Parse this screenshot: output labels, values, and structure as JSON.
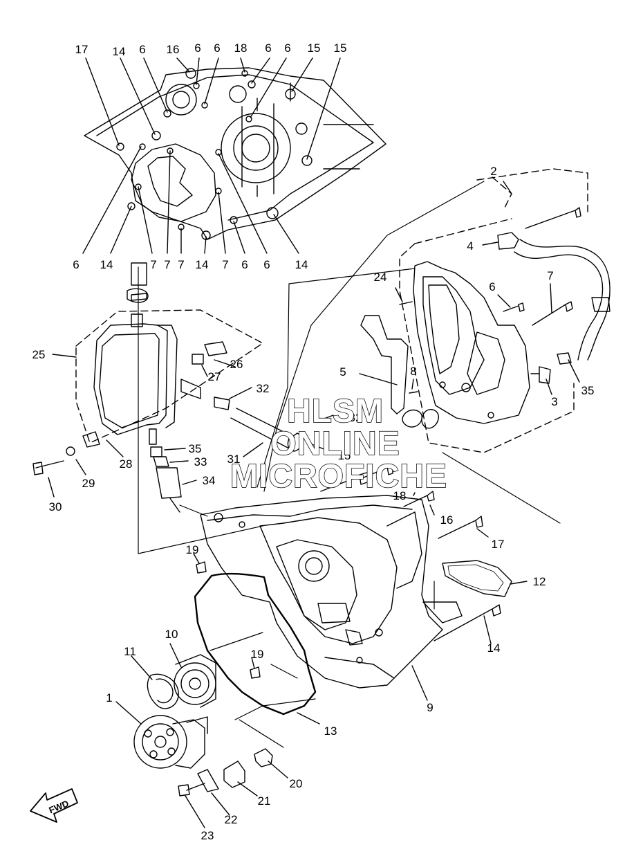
{
  "callouts": [
    {
      "label": "17"
    },
    {
      "label": "14"
    },
    {
      "label": "6"
    },
    {
      "label": "16"
    },
    {
      "label": "6"
    },
    {
      "label": "6"
    },
    {
      "label": "18"
    },
    {
      "label": "6"
    },
    {
      "label": "6"
    },
    {
      "label": "15"
    },
    {
      "label": "15"
    },
    {
      "label": "6"
    },
    {
      "label": "14"
    },
    {
      "label": "7"
    },
    {
      "label": "7"
    },
    {
      "label": "7"
    },
    {
      "label": "14"
    },
    {
      "label": "7"
    },
    {
      "label": "6"
    },
    {
      "label": "6"
    },
    {
      "label": "14"
    },
    {
      "label": "2"
    },
    {
      "label": "4"
    },
    {
      "label": "24"
    },
    {
      "label": "6"
    },
    {
      "label": "7"
    },
    {
      "label": "5"
    },
    {
      "label": "8"
    },
    {
      "label": "3"
    },
    {
      "label": "35"
    },
    {
      "label": "25"
    },
    {
      "label": "26"
    },
    {
      "label": "27"
    },
    {
      "label": "32"
    },
    {
      "label": "32"
    },
    {
      "label": "15"
    },
    {
      "label": "31"
    },
    {
      "label": "35"
    },
    {
      "label": "33"
    },
    {
      "label": "34"
    },
    {
      "label": "28"
    },
    {
      "label": "29"
    },
    {
      "label": "30"
    },
    {
      "label": "18"
    },
    {
      "label": "16"
    },
    {
      "label": "17"
    },
    {
      "label": "12"
    },
    {
      "label": "19"
    },
    {
      "label": "14"
    },
    {
      "label": "10"
    },
    {
      "label": "11"
    },
    {
      "label": "19"
    },
    {
      "label": "1"
    },
    {
      "label": "9"
    },
    {
      "label": "13"
    },
    {
      "label": "20"
    },
    {
      "label": "21"
    },
    {
      "label": "22"
    },
    {
      "label": "23"
    }
  ],
  "watermark": {
    "line1": "HLSM",
    "line2": "ONLINE",
    "line3": "MICROFICHE"
  },
  "fwd_arrow": {
    "label": "FWD"
  }
}
